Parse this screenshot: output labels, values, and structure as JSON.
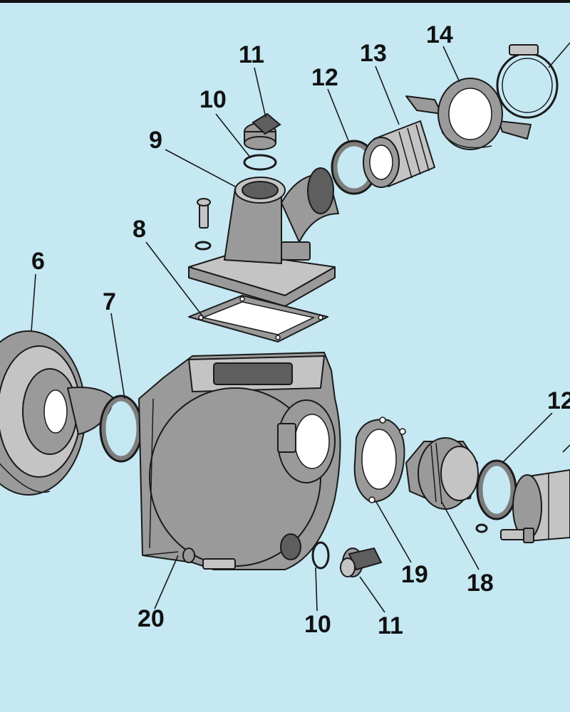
{
  "diagram": {
    "background_color": "#c5e8f3",
    "callouts": [
      {
        "id": "c6",
        "label": "6"
      },
      {
        "id": "c7",
        "label": "7"
      },
      {
        "id": "c8",
        "label": "8"
      },
      {
        "id": "c9",
        "label": "9"
      },
      {
        "id": "c10a",
        "label": "10"
      },
      {
        "id": "c11a",
        "label": "11"
      },
      {
        "id": "c12a",
        "label": "12"
      },
      {
        "id": "c13",
        "label": "13"
      },
      {
        "id": "c14",
        "label": "14"
      },
      {
        "id": "c12b",
        "label": "12"
      },
      {
        "id": "c19",
        "label": "19"
      },
      {
        "id": "c18",
        "label": "18"
      },
      {
        "id": "c11b",
        "label": "11"
      },
      {
        "id": "c10b",
        "label": "10"
      },
      {
        "id": "c20",
        "label": "20"
      }
    ]
  }
}
